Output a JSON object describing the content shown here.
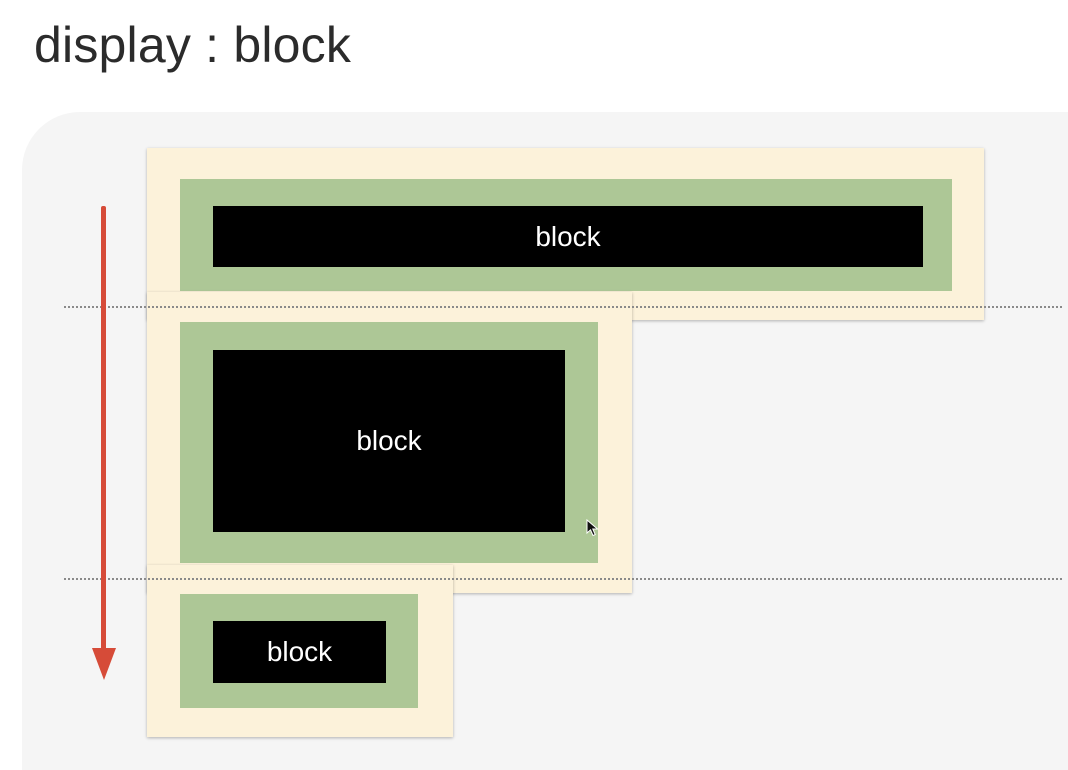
{
  "title": "display : block",
  "blocks": [
    {
      "label": "block"
    },
    {
      "label": "block"
    },
    {
      "label": "block"
    }
  ],
  "colors": {
    "margin_area": "#fcf2da",
    "padding_area": "#adc796",
    "content_area": "#000000",
    "flow_arrow": "#d64b38",
    "background": "#f5f5f5"
  },
  "icons": [
    "down-arrow-icon",
    "cursor-icon"
  ]
}
